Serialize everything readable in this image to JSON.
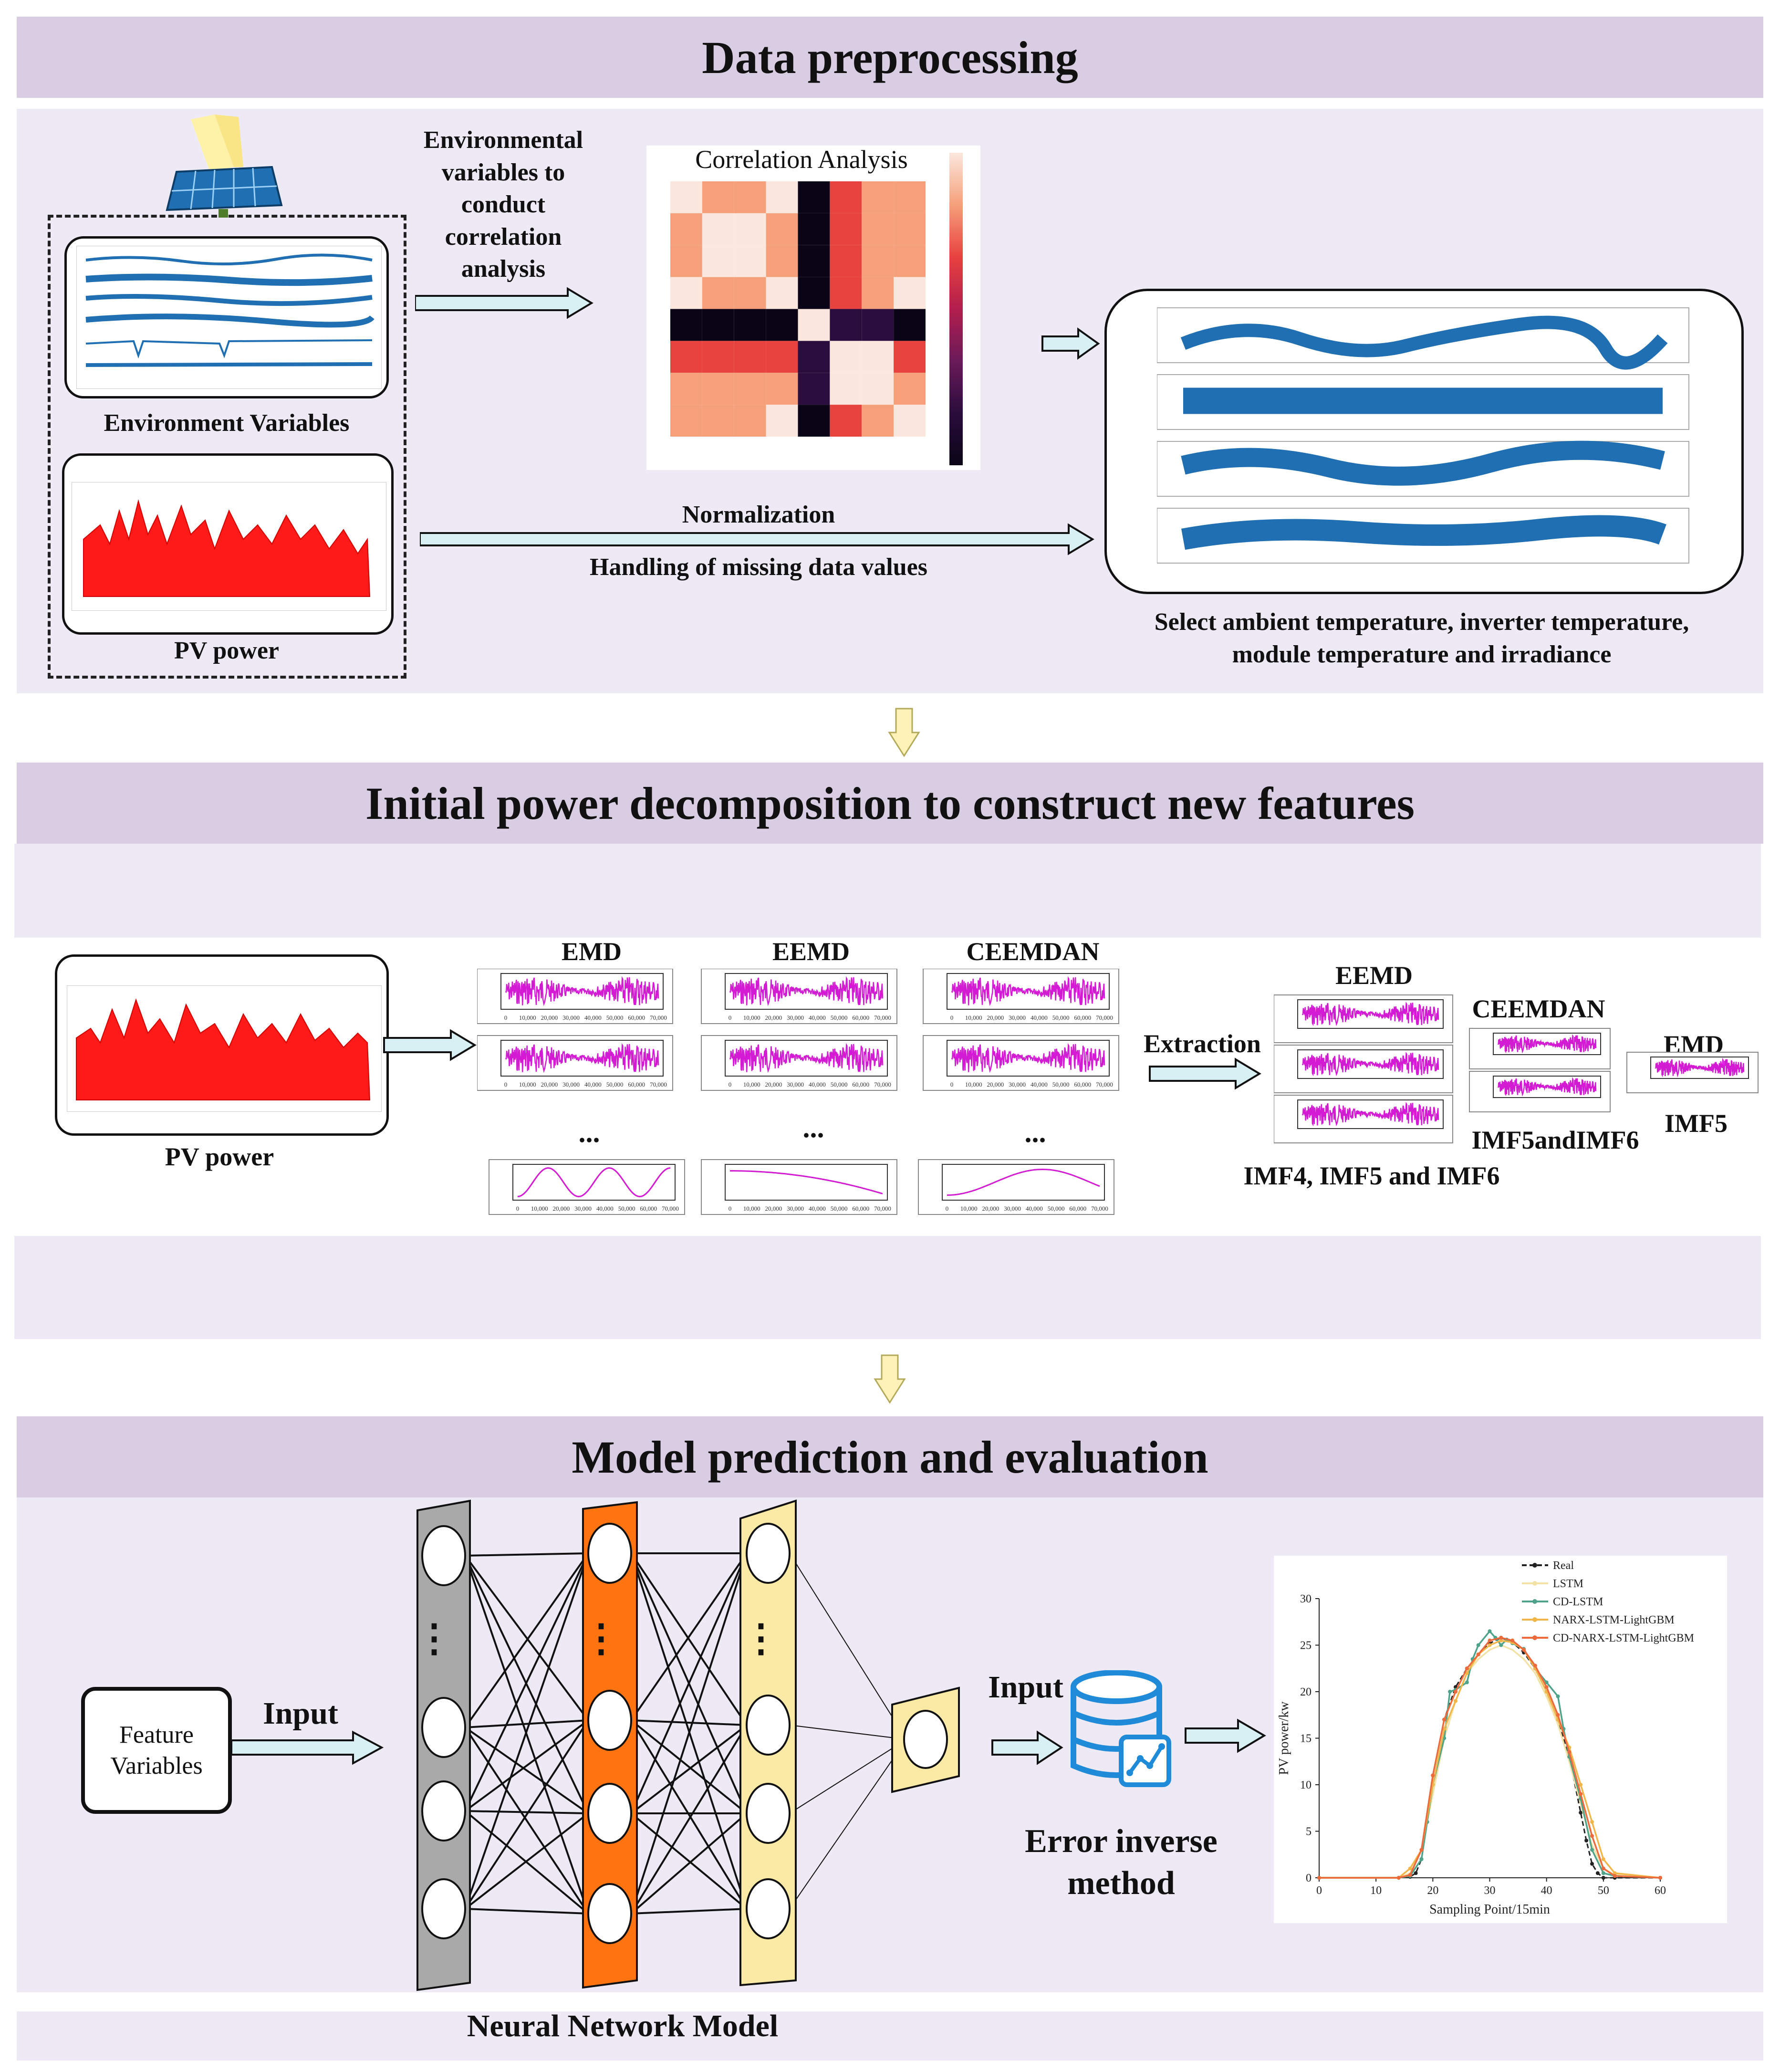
{
  "sections": {
    "s1_title": "Data preprocessing",
    "s2_title": "Initial power decomposition to construct new features",
    "s3_title": "Model prediction and evaluation"
  },
  "s1": {
    "env_arrow_text": "Environmental\nvariables to\nconduct\ncorrelation\nanalysis",
    "env_label": "Environment Variables",
    "pv_label": "PV power",
    "corr_title": "Correlation Analysis",
    "normalization": "Normalization",
    "missing": "Handling of missing data values",
    "select_text": "Select ambient temperature, inverter temperature,\nmodule temperature and irradiance"
  },
  "s2": {
    "pv_label": "PV power",
    "emd": "EMD",
    "eemd": "EEMD",
    "ceemdan": "CEEMDAN",
    "dots": "...",
    "extraction": "Extraction",
    "r_eemd": "EEMD",
    "r_ceemdan": "CEEMDAN",
    "r_emd": "EMD",
    "r_eemd_imfs": "IMF4, IMF5 and IMF6",
    "r_ceemdan_imfs": "IMF5andIMF6",
    "r_emd_imf": "IMF5",
    "x_ticks": [
      "0",
      "10,000",
      "20,000",
      "30,000",
      "40,000",
      "50,000",
      "60,000",
      "70,000"
    ]
  },
  "s3": {
    "feature_box": "Feature\nVariables",
    "input1": "Input",
    "input2": "Input",
    "error_method": "Error inverse\nmethod",
    "nn_label": "Neural Network Model",
    "dots": "⋮"
  },
  "chart_data": {
    "type": "line",
    "xlabel": "Sampling Point/15min",
    "ylabel": "PV power/kw",
    "xlim": [
      0,
      60
    ],
    "ylim": [
      0,
      30
    ],
    "x_ticks": [
      0,
      10,
      20,
      30,
      40,
      50,
      60
    ],
    "y_ticks": [
      0,
      5,
      10,
      15,
      20,
      25,
      30
    ],
    "legend_position": "top-right",
    "series": [
      {
        "name": "Real",
        "color": "#222222",
        "x": [
          0,
          14,
          16,
          17,
          18,
          19,
          20,
          22,
          24,
          26,
          28,
          30,
          32,
          34,
          36,
          38,
          40,
          42,
          44,
          46,
          47,
          48,
          49,
          50,
          52,
          60
        ],
        "y": [
          0,
          0,
          0.1,
          0.5,
          2,
          6,
          11,
          17,
          20.5,
          22.5,
          24,
          25.2,
          25.8,
          25.3,
          24.2,
          22.5,
          20,
          17,
          13,
          7,
          4,
          1.5,
          0.5,
          0,
          0,
          0
        ]
      },
      {
        "name": "LSTM",
        "color": "#f3e2a6",
        "x": [
          0,
          14,
          16,
          18,
          20,
          22,
          24,
          26,
          28,
          30,
          32,
          34,
          36,
          38,
          40,
          42,
          44,
          46,
          48,
          50,
          52,
          60
        ],
        "y": [
          0,
          0,
          0.5,
          3,
          9,
          15,
          19,
          22,
          23.5,
          24.5,
          25,
          24.5,
          23.5,
          22,
          19.5,
          16.5,
          12.5,
          8,
          3.5,
          1,
          0.3,
          0
        ]
      },
      {
        "name": "CD-LSTM",
        "color": "#4ea38a",
        "x": [
          0,
          14,
          16,
          18,
          19,
          20,
          22,
          23,
          24,
          26,
          27,
          28,
          30,
          31,
          32,
          33,
          34,
          36,
          38,
          40,
          42,
          43,
          44,
          46,
          48,
          50,
          52,
          60
        ],
        "y": [
          0,
          0,
          0.2,
          2,
          6,
          10,
          15,
          20,
          20.2,
          21,
          23.5,
          25,
          26.5,
          25.8,
          25,
          25.6,
          25.2,
          24.6,
          22.5,
          21,
          19.5,
          16,
          13,
          8.5,
          3,
          0.5,
          0.2,
          0
        ]
      },
      {
        "name": "NARX-LSTM-LightGBM",
        "color": "#f0b64a",
        "x": [
          0,
          14,
          16,
          18,
          20,
          22,
          24,
          26,
          28,
          30,
          32,
          34,
          36,
          38,
          40,
          42,
          44,
          46,
          48,
          50,
          52,
          60
        ],
        "y": [
          0,
          0,
          1,
          3,
          10,
          16,
          19,
          22,
          24,
          25,
          25.5,
          25.3,
          24.5,
          22.5,
          20,
          17,
          14,
          10,
          6,
          2,
          0.5,
          0
        ]
      },
      {
        "name": "CD-NARX-LSTM-LightGBM",
        "color": "#ec6a3c",
        "x": [
          0,
          14,
          16,
          18,
          20,
          22,
          24,
          26,
          28,
          30,
          32,
          34,
          36,
          38,
          40,
          42,
          44,
          46,
          48,
          50,
          52,
          60
        ],
        "y": [
          0,
          0,
          0.3,
          3,
          11,
          17,
          20,
          22.5,
          24,
          25.5,
          25.8,
          25.5,
          24.5,
          22.8,
          20.5,
          17.5,
          13.5,
          9,
          4.5,
          1,
          0.2,
          0
        ]
      }
    ]
  }
}
